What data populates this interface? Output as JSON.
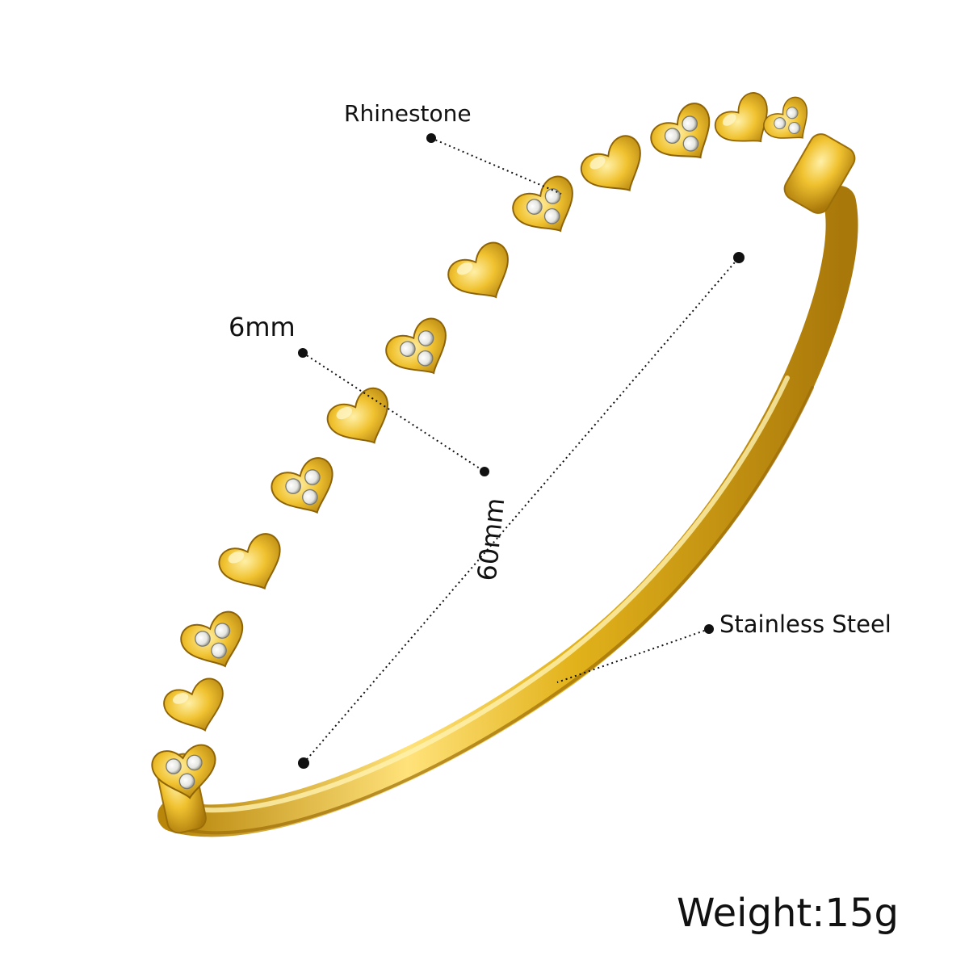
{
  "annotations": {
    "rhinestone": "Rhinestone",
    "width": "6mm",
    "diameter": "60mm",
    "material": "Stainless Steel"
  },
  "weight": "Weight:15g",
  "colors": {
    "gold": "#E2B21B",
    "gold_dark": "#A9780A",
    "gold_light": "#FFE27A",
    "crystal": "#F4F4F2",
    "annotation": "#111111",
    "background": "#FFFFFF"
  }
}
